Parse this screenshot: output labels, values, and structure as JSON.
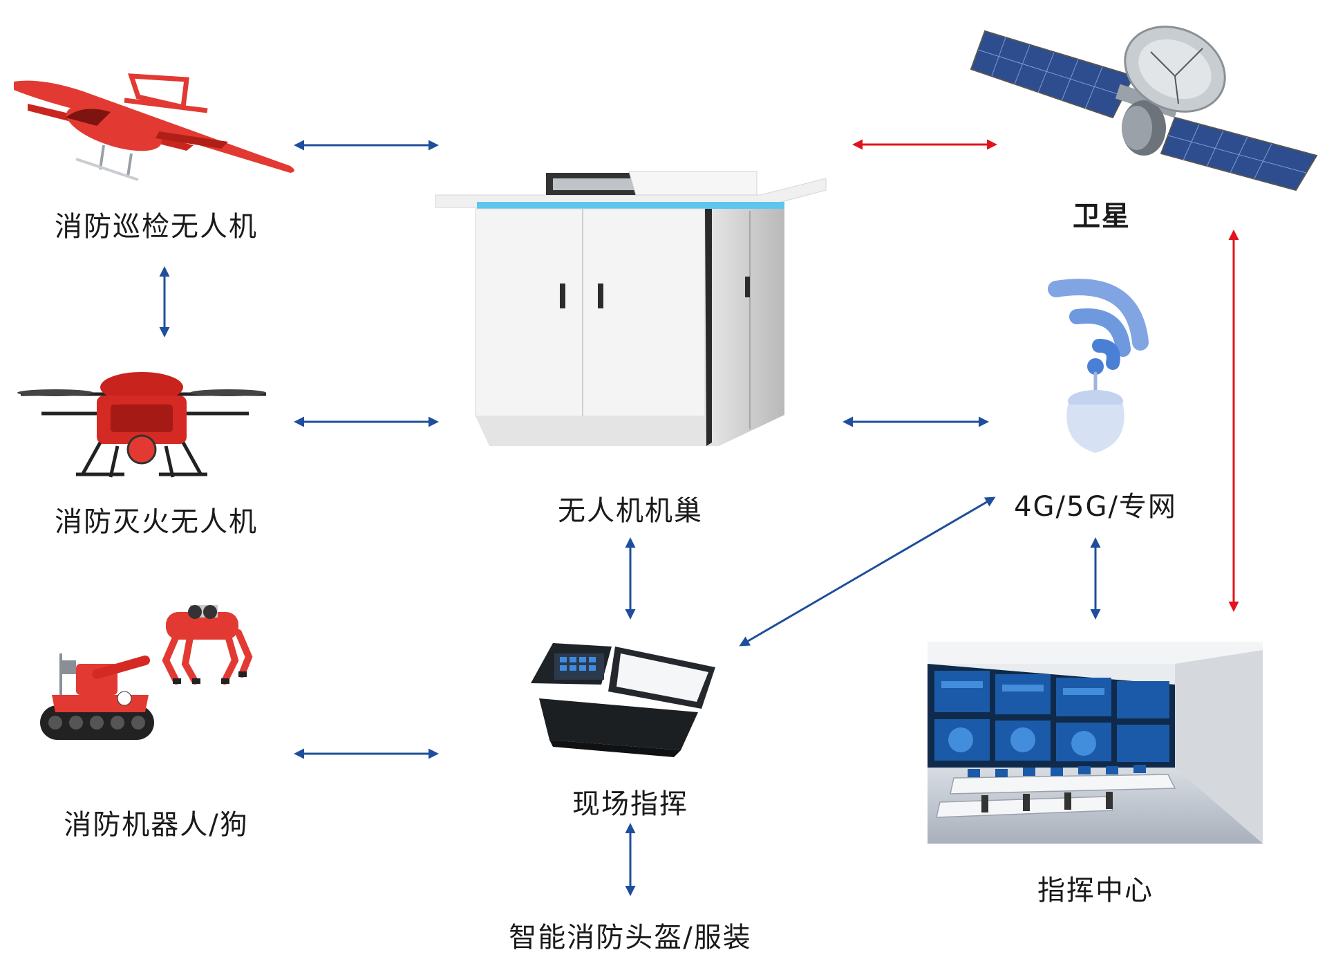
{
  "nodes": {
    "patrol_drone": "消防巡检无人机",
    "fire_drone": "消防灭火无人机",
    "robot_dog": "消防机器人/狗",
    "drone_nest": "无人机机巢",
    "field_command": "现场指挥",
    "helmet": "智能消防头盔/服装",
    "satellite": "卫星",
    "network": "4G/5G/专网",
    "command_center": "指挥中心"
  },
  "colors": {
    "blue_arrow": "#1f4e9c",
    "red_arrow": "#e0141e",
    "drone_red": "#e23a32",
    "wifi_blue": "#4a7fd6",
    "solar_blue": "#2d4d8f",
    "screen_blue": "#1b5aa8"
  },
  "icons": [
    "fixed-wing-drone-icon",
    "quadcopter-icon",
    "fire-robot-icon",
    "robot-dog-icon",
    "drone-nest-cabinet-icon",
    "field-command-case-icon",
    "satellite-icon",
    "wifi-tower-icon",
    "command-center-icon"
  ]
}
